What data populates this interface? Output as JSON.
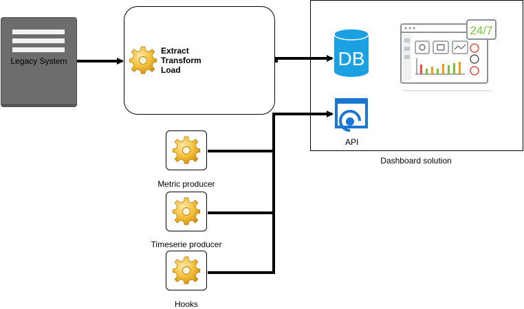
{
  "nodes": {
    "legacy": {
      "label": "Legacy System"
    },
    "etl": {
      "lines": [
        "Extract",
        "Transform",
        "Load"
      ]
    },
    "db": {
      "label": "DB"
    },
    "api": {
      "label": "API"
    },
    "dashboard": {
      "label": "Dashboard solution",
      "badge": "24/7"
    },
    "metric_producer": {
      "label": "Metric producer"
    },
    "timeserie_producer": {
      "label": "Timeserie producer"
    },
    "hooks": {
      "label": "Hooks"
    }
  },
  "edges": [
    {
      "from": "legacy",
      "to": "etl"
    },
    {
      "from": "etl",
      "to": "db"
    },
    {
      "from": "metric_producer",
      "to": "api"
    },
    {
      "from": "timeserie_producer",
      "to": "api"
    },
    {
      "from": "hooks",
      "to": "api"
    }
  ],
  "colors": {
    "db_blue": "#1ba1e2",
    "api_blue": "#1976d2",
    "legacy_grey": "#6d6d6d",
    "gear_gold": "#f0b429",
    "badge_green": "#7bbf3a",
    "chart_orange": "#f39c12",
    "chart_red": "#e74c3c"
  }
}
